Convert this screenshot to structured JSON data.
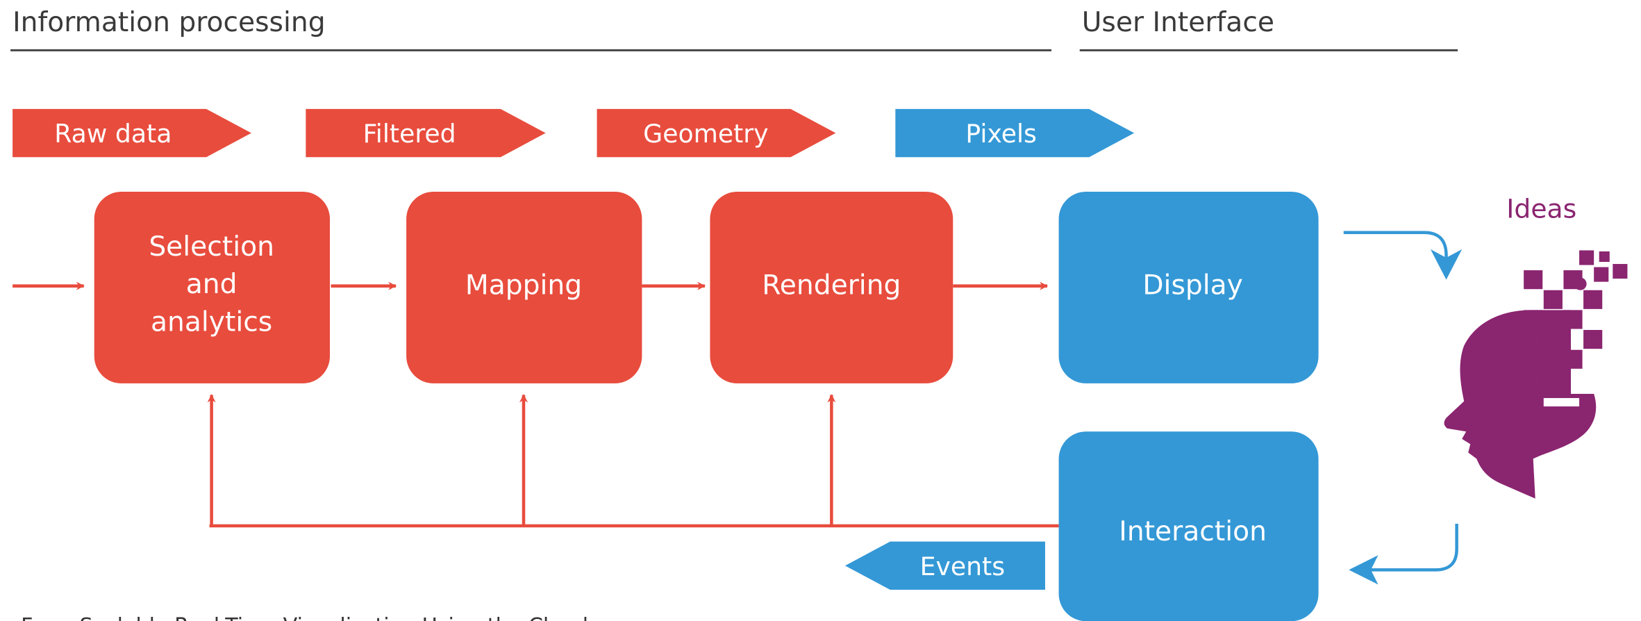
{
  "sections": {
    "left": "Information processing",
    "right": "User Interface"
  },
  "tags": {
    "raw_data": "Raw data",
    "filtered": "Filtered",
    "geometry": "Geometry",
    "pixels": "Pixels",
    "events": "Events"
  },
  "boxes": {
    "selection": [
      "Selection",
      "and",
      "analytics"
    ],
    "mapping": "Mapping",
    "rendering": "Rendering",
    "display": "Display",
    "interaction": "Interaction"
  },
  "ideas_label": "Ideas",
  "caption": "From Scalable Real-Time Visualization Using the Cloud",
  "colors": {
    "red": "#e84c3d",
    "blue": "#3498d6",
    "purple": "#8a2570",
    "heading_text": "#3a3a3a",
    "rule": "#444444",
    "box_text": "#ffffff"
  },
  "icons": {
    "head": "head-with-pixels-icon"
  }
}
